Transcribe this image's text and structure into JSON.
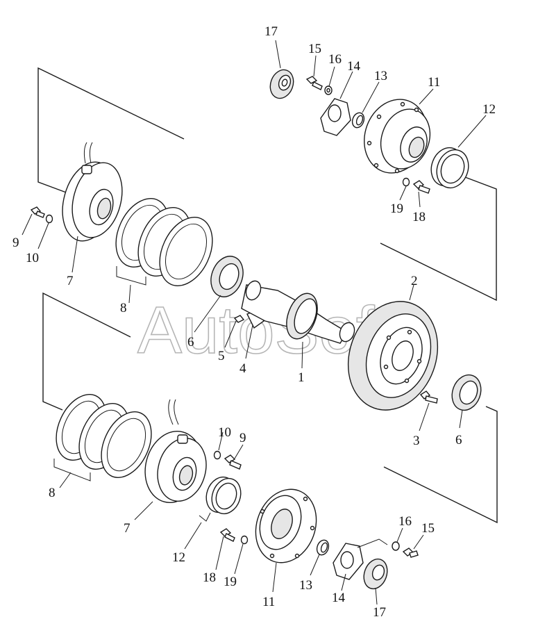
{
  "watermark": "AutoSoft",
  "callouts": {
    "top_17": "17",
    "top_15": "15",
    "top_16": "16",
    "top_14": "14",
    "top_13": "13",
    "top_11": "11",
    "top_12": "12",
    "top_19": "19",
    "top_18": "18",
    "left_9": "9",
    "left_10": "10",
    "left_7": "7",
    "left_8": "8",
    "mid_6": "6",
    "mid_5": "5",
    "mid_4": "4",
    "mid_1": "1",
    "right_2": "2",
    "right_3": "3",
    "right_6": "6",
    "bot_8": "8",
    "bot_10": "10",
    "bot_9": "9",
    "bot_7": "7",
    "bot_12": "12",
    "bot_18": "18",
    "bot_19": "19",
    "bot_11": "11",
    "bot_13": "13",
    "bot_14": "14",
    "bot_16": "16",
    "bot_15": "15",
    "bot_17": "17"
  }
}
